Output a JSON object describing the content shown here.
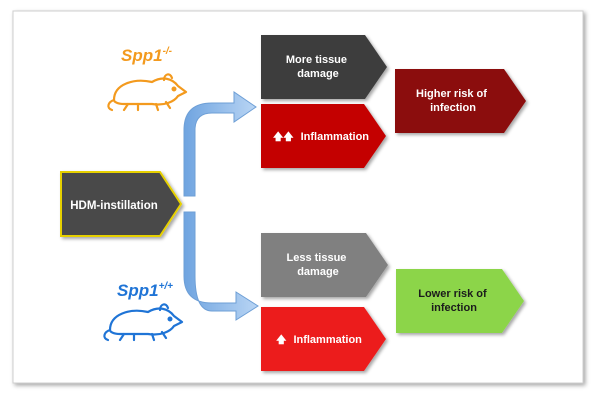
{
  "input": {
    "label": "HDM-instillation"
  },
  "genotypes": {
    "knockout": {
      "name": "Spp1",
      "superscript": "-/-",
      "color": "#f39a1e"
    },
    "wildtype": {
      "name": "Spp1",
      "superscript": "+/+",
      "color": "#1f74d6"
    }
  },
  "upper": {
    "damage": {
      "line1": "More tissue",
      "line2": "damage"
    },
    "inflammation": {
      "arrows": "🡅🡅",
      "label": "Inflammation"
    },
    "outcome": {
      "line1": "Higher risk of",
      "line2": "infection"
    }
  },
  "lower": {
    "damage": {
      "line1": "Less tissue",
      "line2": "damage"
    },
    "inflammation": {
      "arrows": "🡅",
      "label": "Inflammation"
    },
    "outcome": {
      "line1": "Lower risk of",
      "line2": "infection"
    }
  },
  "colors": {
    "input_fill": "#4a4a4a",
    "input_border": "#e6d000",
    "upper_damage": "#3c3c3c",
    "upper_inflammation": "#c40000",
    "upper_outcome": "#8b0a0a",
    "lower_damage": "#808080",
    "lower_inflammation": "#ec1c1c",
    "lower_outcome": "#8cd54a",
    "connector": "#8cb8e8"
  }
}
